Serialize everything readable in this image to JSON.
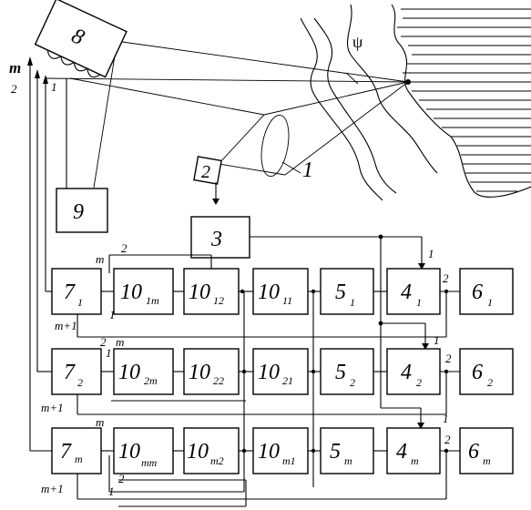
{
  "blocks": {
    "b8": "8",
    "b2": "2",
    "b9": "9",
    "b3": "3",
    "b7_1": {
      "main": "7",
      "sub": "1"
    },
    "b7_2": {
      "main": "7",
      "sub": "2"
    },
    "b7_m": {
      "main": "7",
      "sub": "m"
    },
    "b10_1m": {
      "main": "10",
      "sub": "1m"
    },
    "b10_12": {
      "main": "10",
      "sub": "12"
    },
    "b10_11": {
      "main": "10",
      "sub": "11"
    },
    "b10_2m": {
      "main": "10",
      "sub": "2m"
    },
    "b10_22": {
      "main": "10",
      "sub": "22"
    },
    "b10_21": {
      "main": "10",
      "sub": "21"
    },
    "b10_mm": {
      "main": "10",
      "sub": "mm"
    },
    "b10_m2": {
      "main": "10",
      "sub": "m2"
    },
    "b10_m1": {
      "main": "10",
      "sub": "m1"
    },
    "b5_1": {
      "main": "5",
      "sub": "1"
    },
    "b5_2": {
      "main": "5",
      "sub": "2"
    },
    "b5_m": {
      "main": "5",
      "sub": "m"
    },
    "b4_1": {
      "main": "4",
      "sub": "1"
    },
    "b4_2": {
      "main": "4",
      "sub": "2"
    },
    "b4_m": {
      "main": "4",
      "sub": "m"
    },
    "b6_1": {
      "main": "6",
      "sub": "1"
    },
    "b6_2": {
      "main": "6",
      "sub": "2"
    },
    "b6_m": {
      "main": "6",
      "sub": "m"
    }
  },
  "labels": {
    "psi": "ψ",
    "lens": "1",
    "m_top": "m",
    "two_top": "2",
    "one_top": "1",
    "m": "m",
    "one": "1",
    "two": "2",
    "m_plus_1": "m+1"
  }
}
